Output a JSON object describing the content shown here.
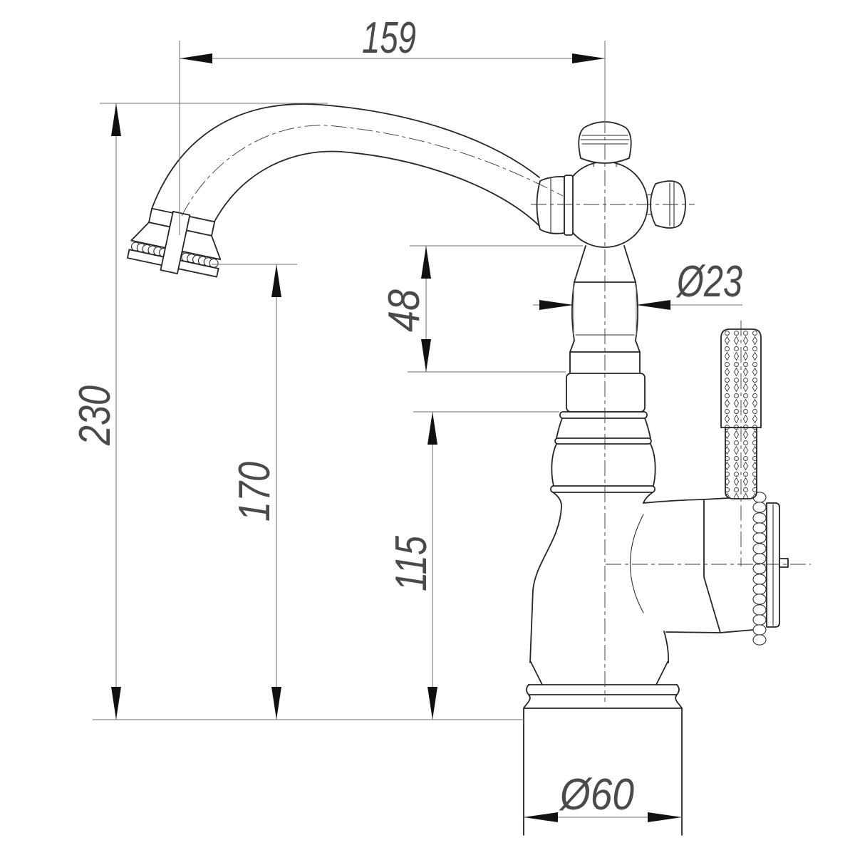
{
  "meta": {
    "type": "engineering-dimension-drawing",
    "subject": "classic single-lever basin faucet, side elevation",
    "background_color": "#ffffff",
    "outline_color": "#262626",
    "dimension_line_color": "#6f6f6f",
    "dimension_text_color": "#4a4a4a",
    "arrow_color": "#111111"
  },
  "dimensions": {
    "spout_reach": "159",
    "overall_height": "230",
    "spout_outlet_height": "170",
    "upper_body_height": "48",
    "lower_body_height": "115",
    "column_diameter": "Ø23",
    "base_diameter": "Ø60"
  }
}
